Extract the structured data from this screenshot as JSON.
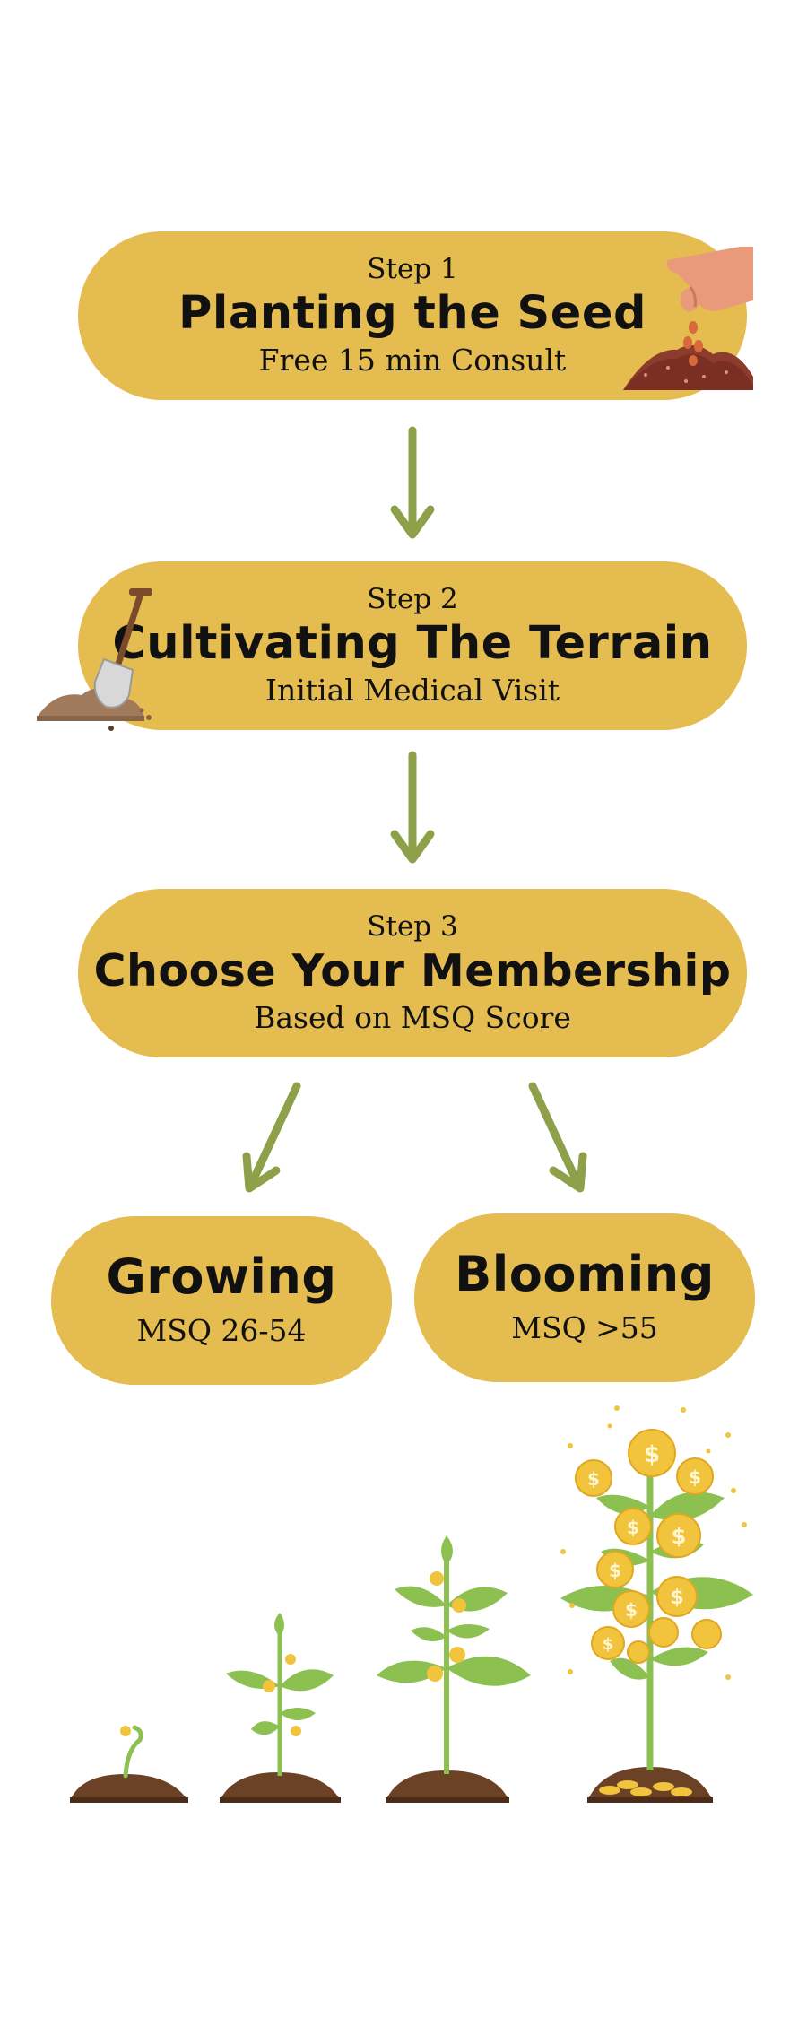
{
  "steps": [
    {
      "label": "Step 1",
      "title": "Planting the Seed",
      "subtitle": "Free 15 min  Consult"
    },
    {
      "label": "Step 2",
      "title": "Cultivating The Terrain",
      "subtitle": "Initial Medical Visit"
    },
    {
      "label": "Step 3",
      "title": "Choose Your Membership",
      "subtitle": "Based on MSQ Score"
    }
  ],
  "memberships": [
    {
      "title": "Growing",
      "subtitle": "MSQ 26-54"
    },
    {
      "title": "Blooming",
      "subtitle": "MSQ >55"
    }
  ],
  "colors": {
    "pill": "#e4bc50",
    "arrow": "#8fa04a",
    "leaf": "#8cc152",
    "stem": "#8cc152",
    "soil": "#6b4226",
    "coin": "#f2c33c"
  },
  "icons": [
    "hand-planting-seed-icon",
    "shovel-in-dirt-icon",
    "seedling-icon",
    "sprout-icon",
    "young-plant-icon",
    "money-tree-icon"
  ]
}
